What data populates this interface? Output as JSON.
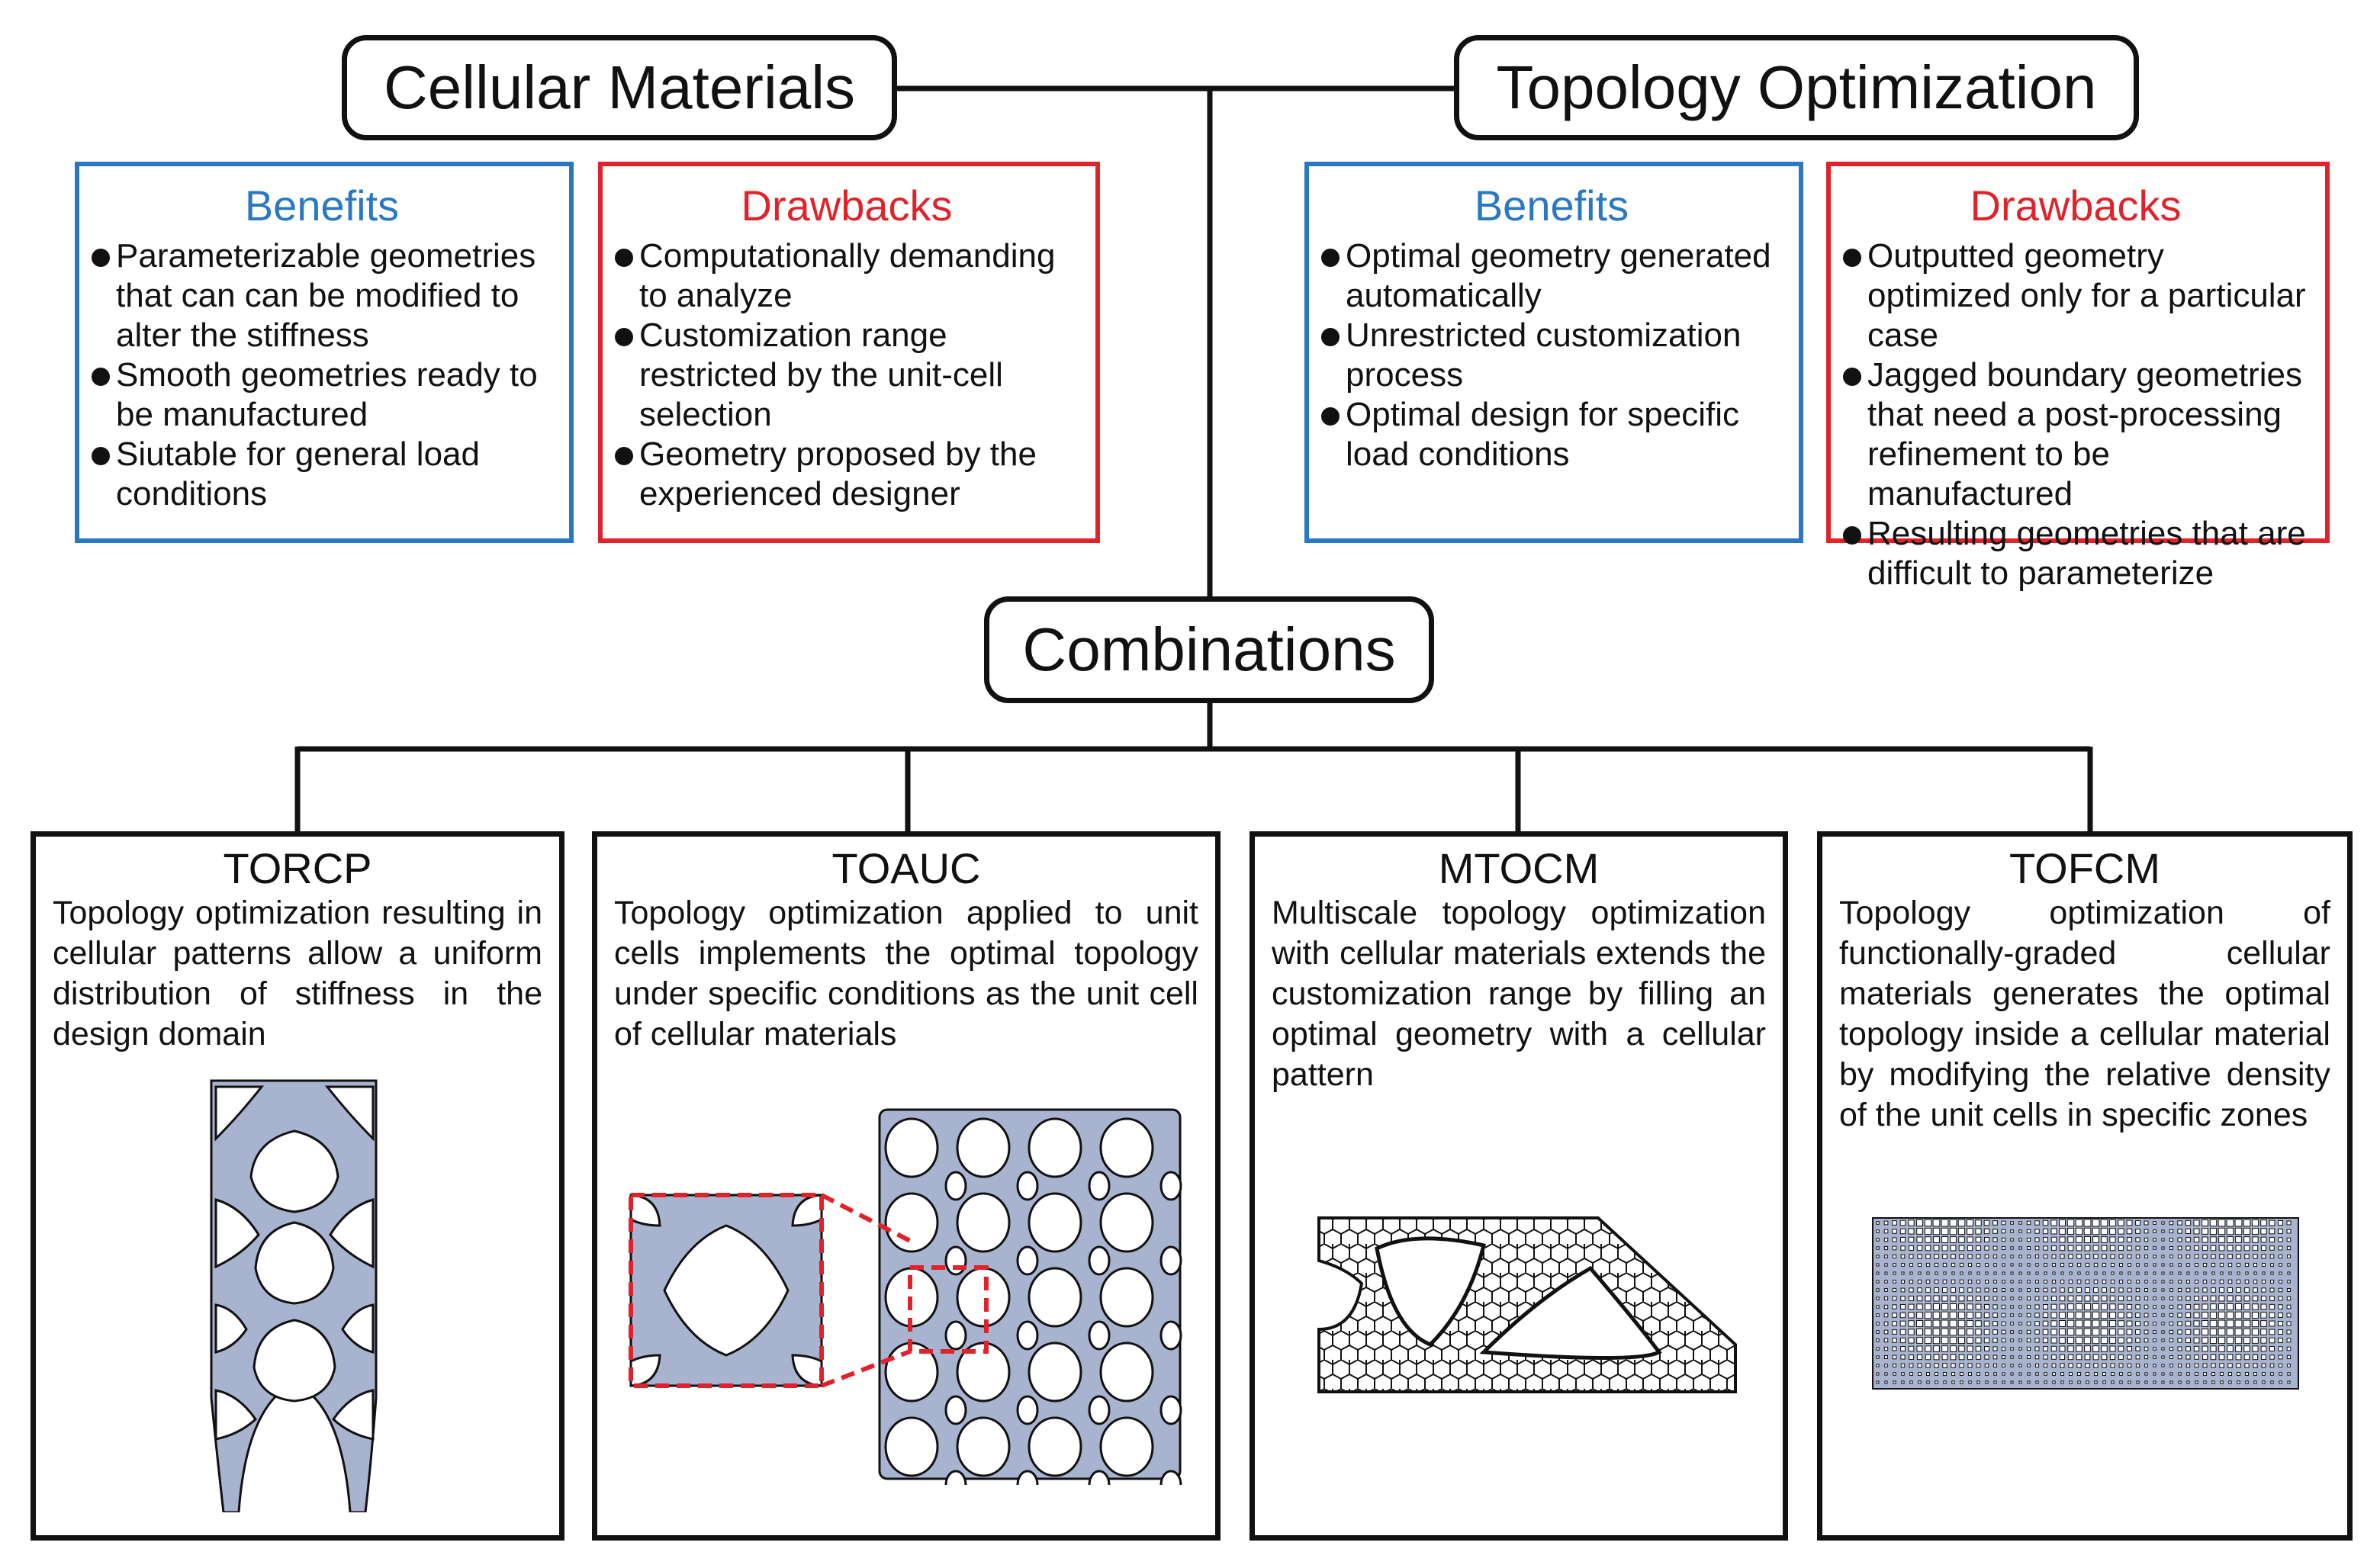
{
  "cellular": {
    "title": "Cellular Materials",
    "benefits": {
      "heading": "Benefits",
      "items": [
        "Parameterizable geometries that can can be modified to alter the stiffness",
        "Smooth geometries ready to be manufactured",
        "Siutable for general load conditions"
      ]
    },
    "drawbacks": {
      "heading": "Drawbacks",
      "items": [
        "Computationally demanding to analyze",
        "Customization range restricted by the unit-cell selection",
        "Geometry proposed by the experienced designer"
      ]
    }
  },
  "topology": {
    "title": "Topology Optimization",
    "benefits": {
      "heading": "Benefits",
      "items": [
        "Optimal geometry generated automatically",
        "Unrestricted customization process",
        "Optimal design for specific load conditions"
      ]
    },
    "drawbacks": {
      "heading": "Drawbacks",
      "items": [
        "Outputted geometry optimized only for a particular case",
        "Jagged boundary geometries that need a post-processing refinement to be manufactured",
        "Resulting geometries that are difficult to parameterize"
      ]
    }
  },
  "combinations": {
    "title": "Combinations",
    "cards": [
      {
        "title": "TORCP",
        "description": "Topology optimization resulting in cellular patterns allow a uniform distribution of stiffness in the design domain"
      },
      {
        "title": "TOAUC",
        "description": "Topology optimization applied to unit cells implements the optimal topology under specific conditions as the unit cell of cellular materials"
      },
      {
        "title": "MTOCM",
        "description": "Multiscale topology optimization with cellular materials extends the customization range by filling an optimal geometry with a cellular pattern"
      },
      {
        "title": "TOFCM",
        "description": "Topology optimization of functionally-graded cellular materials generates the optimal topology inside a cellular material by modifying the relative density of the unit cells in specific zones"
      }
    ]
  },
  "colors": {
    "benefits": "#2b78c2",
    "drawbacks": "#e0232b",
    "material_fill": "#a7b3cf",
    "outline": "#111111"
  }
}
